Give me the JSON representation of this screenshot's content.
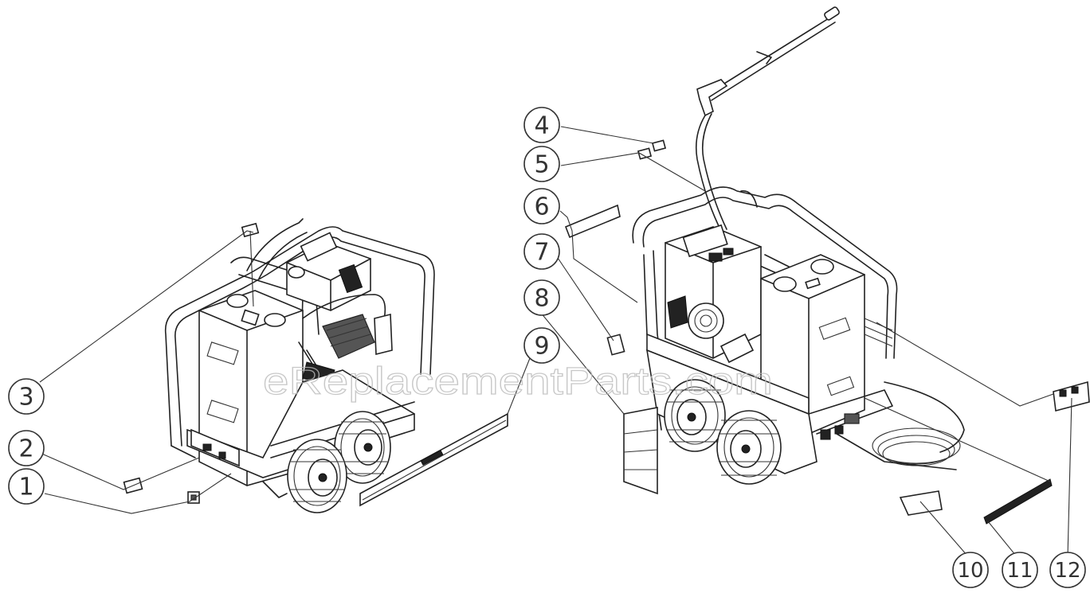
{
  "diagram": {
    "watermark": "eReplacementParts.com",
    "callouts": [
      {
        "id": "1",
        "label": "1"
      },
      {
        "id": "2",
        "label": "2"
      },
      {
        "id": "3",
        "label": "3"
      },
      {
        "id": "4",
        "label": "4"
      },
      {
        "id": "5",
        "label": "5"
      },
      {
        "id": "6",
        "label": "6"
      },
      {
        "id": "7",
        "label": "7"
      },
      {
        "id": "8",
        "label": "8"
      },
      {
        "id": "9",
        "label": "9"
      },
      {
        "id": "10",
        "label": "10"
      },
      {
        "id": "11",
        "label": "11"
      },
      {
        "id": "12",
        "label": "12"
      }
    ]
  }
}
